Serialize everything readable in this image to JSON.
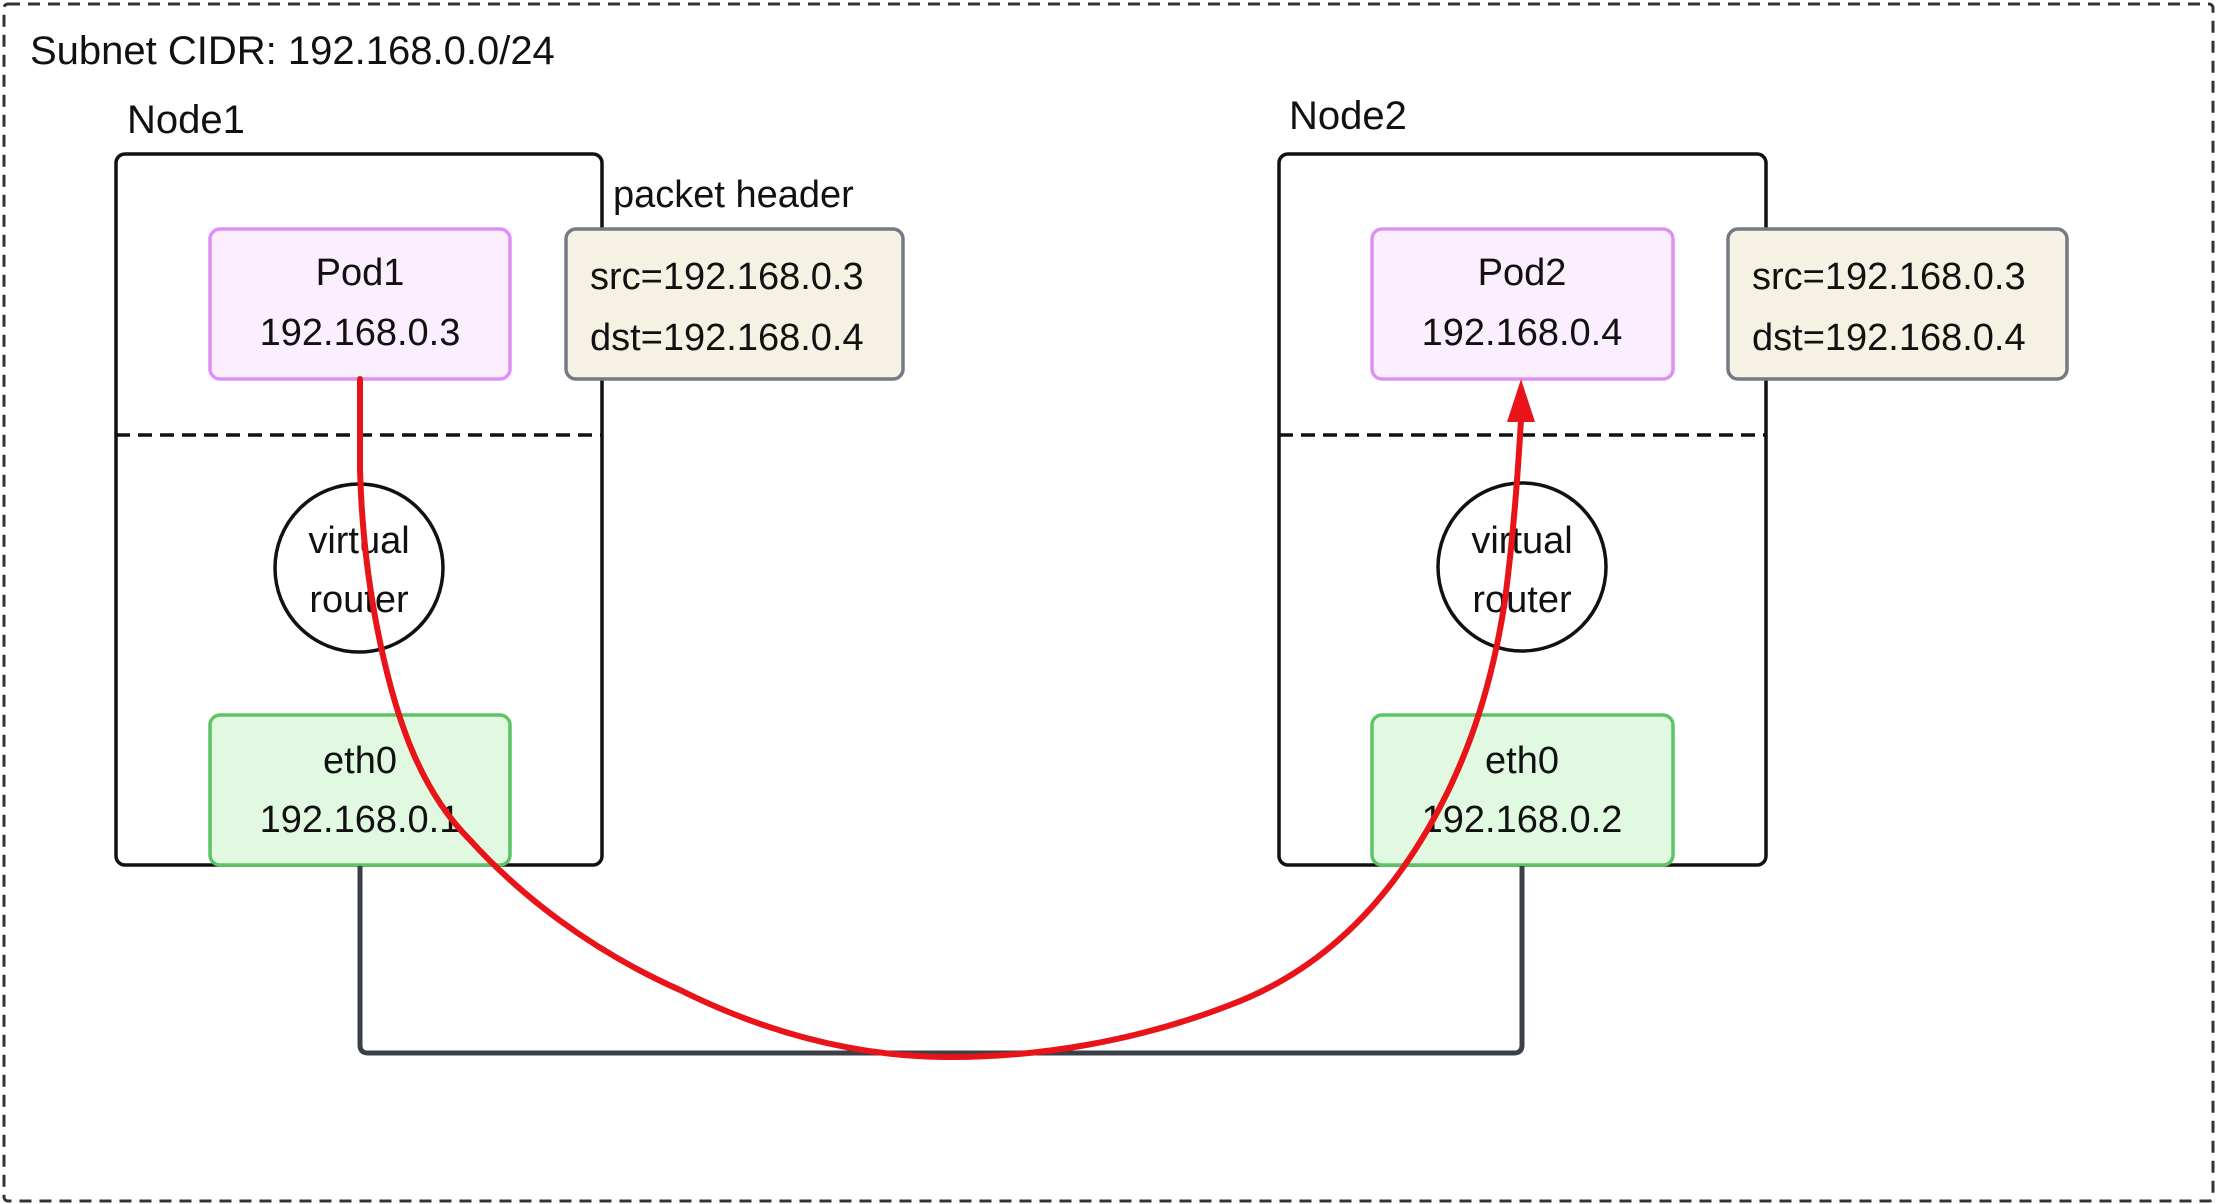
{
  "subnet": {
    "label": "Subnet CIDR: 192.168.0.0/24"
  },
  "nodes": [
    {
      "label": "Node1",
      "pod": {
        "name": "Pod1",
        "ip": "192.168.0.3"
      },
      "router": {
        "line1": "virtual",
        "line2": "router"
      },
      "eth": {
        "name": "eth0",
        "ip": "192.168.0.1"
      },
      "packet": {
        "title": "packet header",
        "src": "src=192.168.0.3",
        "dst": "dst=192.168.0.4"
      }
    },
    {
      "label": "Node2",
      "pod": {
        "name": "Pod2",
        "ip": "192.168.0.4"
      },
      "router": {
        "line1": "virtual",
        "line2": "router"
      },
      "eth": {
        "name": "eth0",
        "ip": "192.168.0.2"
      },
      "packet": {
        "src": "src=192.168.0.3",
        "dst": "dst=192.168.0.4"
      }
    }
  ],
  "colors": {
    "pod_fill": "#fbeeff",
    "pod_border": "#de90f2",
    "eth_fill": "#e1f9e1",
    "eth_border": "#5cc465",
    "packet_fill": "#f5f2e3",
    "packet_border": "#737a85",
    "wire": "#3b4048",
    "packet_path": "#e8141a",
    "outline": "#111111"
  }
}
